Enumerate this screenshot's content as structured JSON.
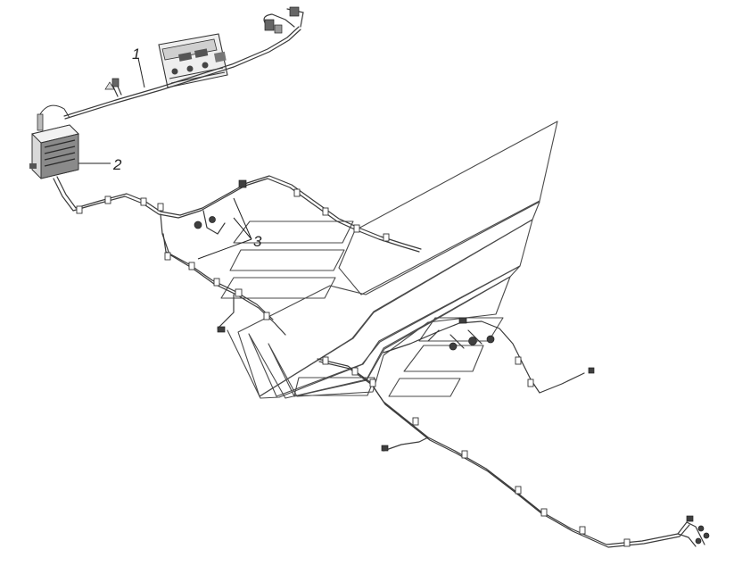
{
  "diagram": {
    "callouts": [
      {
        "id": "callout-1",
        "label": "1"
      },
      {
        "id": "callout-2",
        "label": "2"
      },
      {
        "id": "callout-3",
        "label": "3"
      }
    ],
    "colors": {
      "background": "#ffffff",
      "line": "#3a3a3a",
      "part_fill": "#e6e6e6",
      "part_dark": "#4a4a4a"
    }
  }
}
